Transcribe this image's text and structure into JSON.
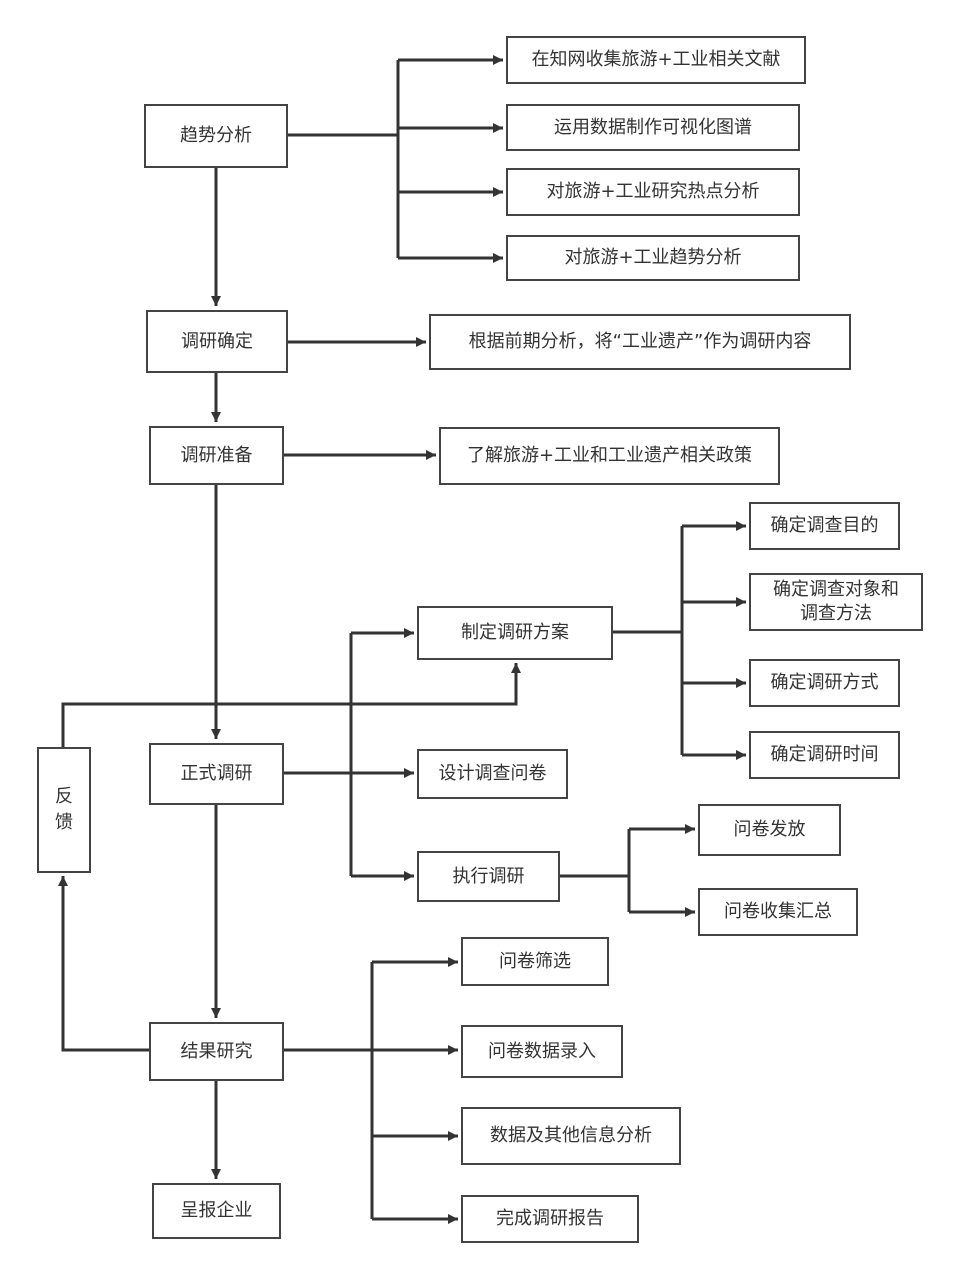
{
  "nodes": {
    "trend_analysis": "趋势分析",
    "collect_literature": "在知网收集旅游+工业相关文献",
    "visual_map": "运用数据制作可视化图谱",
    "hotspot_analysis": "对旅游+工业研究热点分析",
    "trend_tourism": "对旅游+工业趋势分析",
    "research_confirm": "调研确定",
    "research_content": "根据前期分析，将“工业遗产”作为调研内容",
    "research_prep": "调研准备",
    "policy": "了解旅游+工业和工业遗产相关政策",
    "make_plan": "制定调研方案",
    "determine_purpose": "确定调查目的",
    "determine_object": "确定调查对象和\n调查方法",
    "determine_method": "确定调研方式",
    "determine_time": "确定调研时间",
    "feedback": "反\n馈",
    "formal_research": "正式调研",
    "design_questionnaire": "设计调查问卷",
    "execute_research": "执行调研",
    "distribute_questionnaire": "问卷发放",
    "collect_questionnaire": "问卷收集汇总",
    "screen_questionnaire": "问卷筛选",
    "data_entry": "问卷数据录入",
    "data_analysis": "数据及其他信息分析",
    "complete_report": "完成调研报告",
    "result_research": "结果研究",
    "report_enterprise": "呈报企业"
  },
  "style": {
    "line_color": "#333333",
    "border_color": "#444444"
  }
}
